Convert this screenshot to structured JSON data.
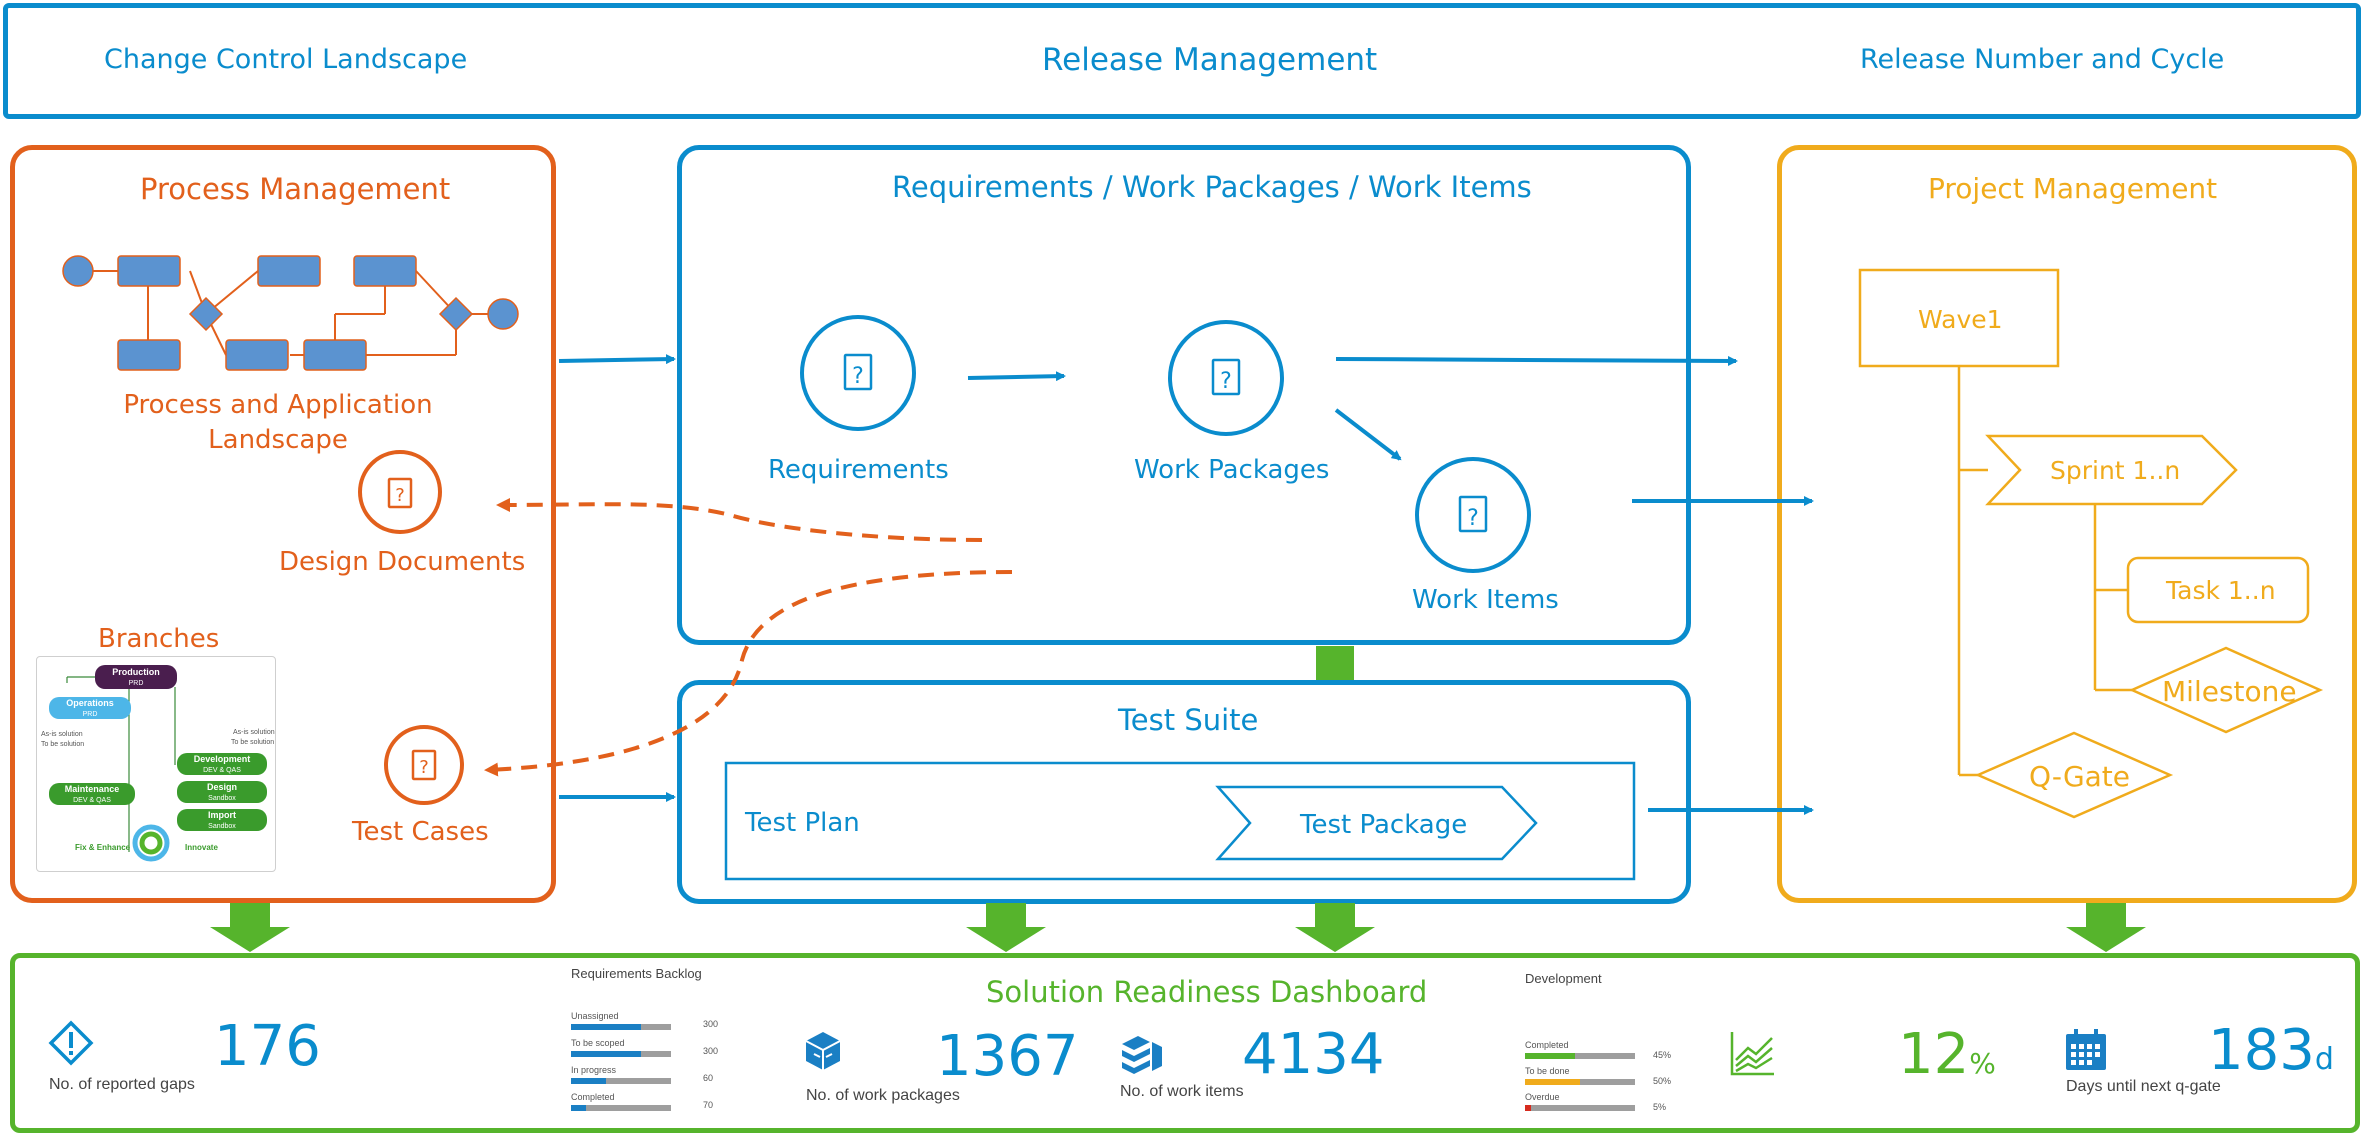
{
  "header": {
    "left": "Change Control Landscape",
    "center": "Release Management",
    "right": "Release Number and Cycle"
  },
  "process": {
    "title": "Process Management",
    "landscape_label": "Process and Application Landscape",
    "design_docs": "Design Documents",
    "branches_title": "Branches",
    "test_cases": "Test Cases",
    "branches": {
      "production": "Production",
      "production_sub": "PRD",
      "operations": "Operations",
      "operations_sub": "PRD",
      "development": "Development",
      "development_sub": "DEV & QAS",
      "maintenance": "Maintenance",
      "maintenance_sub": "DEV & QAS",
      "design": "Design",
      "design_sub": "Sandbox",
      "import": "Import",
      "import_sub": "Sandbox",
      "as_is_1": "As-is solution",
      "to_be_1": "To be solution",
      "as_is_2": "As-is solution",
      "to_be_2": "To be solution",
      "fix": "Fix & Enhance",
      "innovate": "Innovate"
    }
  },
  "requirements": {
    "title": "Requirements / Work Packages / Work Items",
    "req": "Requirements",
    "wp": "Work Packages",
    "wi": "Work Items"
  },
  "test_suite": {
    "title": "Test Suite",
    "plan": "Test Plan",
    "package": "Test Package"
  },
  "project": {
    "title": "Project Management",
    "wave": "Wave1",
    "sprint": "Sprint 1..n",
    "task": "Task 1..n",
    "milestone": "Milestone",
    "qgate": "Q-Gate"
  },
  "dashboard": {
    "title": "Solution Readiness Dashboard",
    "gaps_value": "176",
    "gaps_label": "No. of reported gaps",
    "backlog_title": "Requirements Backlog",
    "backlog": [
      {
        "label": "Unassigned",
        "value": "300",
        "fill": 0.7
      },
      {
        "label": "To be scoped",
        "value": "300",
        "fill": 0.7
      },
      {
        "label": "In progress",
        "value": "60",
        "fill": 0.35
      },
      {
        "label": "Completed",
        "value": "70",
        "fill": 0.15
      }
    ],
    "wp_value": "1367",
    "wp_label": "No. of work packages",
    "wi_value": "4134",
    "wi_label": "No. of work items",
    "dev_title": "Development",
    "dev": [
      {
        "label": "Completed",
        "value": "45%",
        "fill": 0.45,
        "color": "#56b42c"
      },
      {
        "label": "To be done",
        "value": "50%",
        "fill": 0.5,
        "color": "#f0ab1c"
      },
      {
        "label": "Overdue",
        "value": "5%",
        "fill": 0.05,
        "color": "#d62b1e"
      }
    ],
    "pct_value": "12",
    "pct_unit": "%",
    "days_value": "183",
    "days_unit": "d",
    "days_label": "Days until next q-gate"
  },
  "colors": {
    "blue": "#0a8ccd",
    "orange": "#e2601c",
    "gold": "#f0ab1c",
    "green": "#56b42c",
    "process_box": "#5b93d0"
  },
  "icons": [
    "question-doc-icon",
    "gap-diamond-icon",
    "cube-icon",
    "stack-icon",
    "trend-chart-icon",
    "calendar-icon"
  ]
}
